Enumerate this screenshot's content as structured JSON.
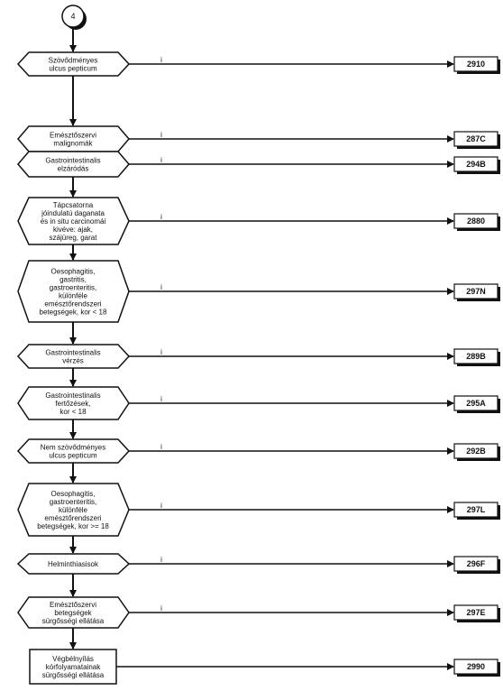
{
  "connector": {
    "label": "4"
  },
  "decisions": [
    {
      "lines": [
        "Szövődményes",
        "ulcus pepticum"
      ],
      "branch": "i",
      "code": "2910"
    },
    {
      "lines": [
        "Emésztőszervi",
        "malignomák"
      ],
      "branch": "i",
      "code": "287C"
    },
    {
      "lines": [
        "Gastrointestinalis",
        "elzáródás"
      ],
      "branch": "i",
      "code": "294B"
    },
    {
      "lines": [
        "Tápcsatorna",
        "jóindulatú daganata",
        "és in situ carcinomái",
        "kivéve: ajak,",
        "szájüreg, garat"
      ],
      "branch": "i",
      "code": "2880"
    },
    {
      "lines": [
        "Oesophagitis,",
        "gastritis,",
        "gastroenteritis,",
        "különféle",
        "emésztőrendszeri",
        "betegségek, kor < 18"
      ],
      "branch": "i",
      "code": "297N"
    },
    {
      "lines": [
        "Gastrointestinalis",
        "vérzés"
      ],
      "branch": "i",
      "code": "289B"
    },
    {
      "lines": [
        "Gastrointestinalis",
        "fertőzések,",
        "kor < 18"
      ],
      "branch": "i",
      "code": "295A"
    },
    {
      "lines": [
        "Nem szövődményes",
        "ulcus pepticum"
      ],
      "branch": "i",
      "code": "292B"
    },
    {
      "lines": [
        "Oesophagitis,",
        "gastroenteritis,",
        "különféle",
        "emésztőrendszeri",
        "betegségek, kor >= 18"
      ],
      "branch": "i",
      "code": "297L"
    },
    {
      "lines": [
        "Helminthiasisok"
      ],
      "branch": "i",
      "code": "296F"
    },
    {
      "lines": [
        "Emésztőszervi",
        "betegségek",
        "sürgősségi ellátása"
      ],
      "branch": "i",
      "code": "297E"
    }
  ],
  "final_step": {
    "lines": [
      "Végbélnyílás",
      "kórfolyamatainak",
      "sürgősségi ellátása"
    ],
    "code": "2990"
  }
}
